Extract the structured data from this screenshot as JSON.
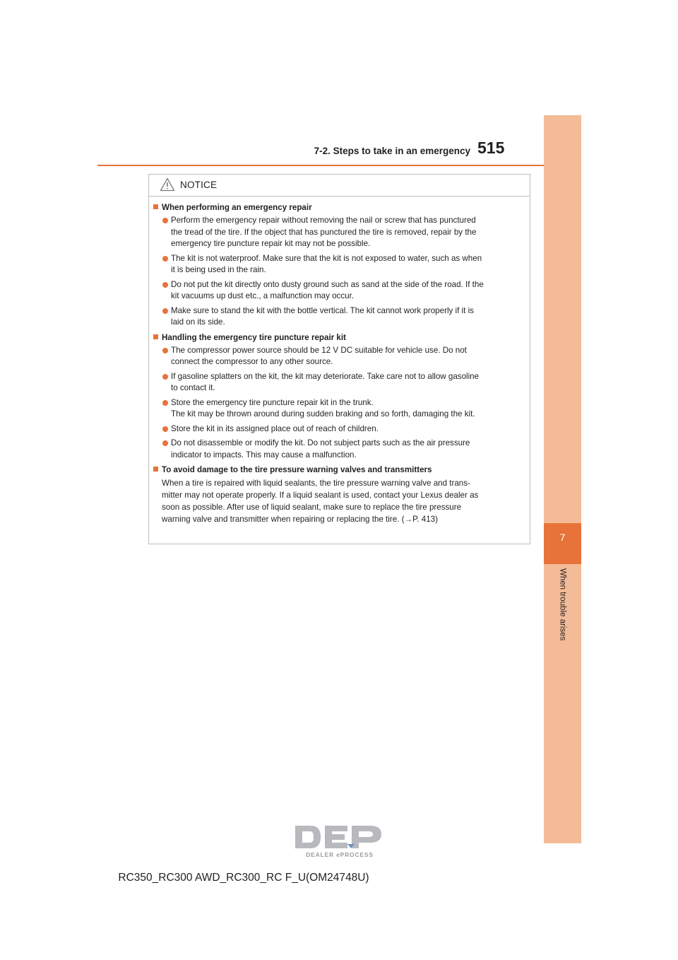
{
  "header": {
    "section_title": "7-2. Steps to take in an emergency",
    "page_number": "515"
  },
  "side_tab": {
    "chapter_number": "7",
    "chapter_label": "When trouble arises"
  },
  "notice": {
    "title": "NOTICE",
    "sections": [
      {
        "heading": "When performing an emergency repair",
        "bullets": [
          [
            "Perform the emergency repair without removing the nail or screw that has punctured",
            "the tread of the tire. If the object that has punctured the tire is removed, repair by the",
            "emergency tire puncture repair kit may not be possible."
          ],
          [
            "The kit is not waterproof. Make sure that the kit is not exposed to water, such as when",
            "it is being used in the rain."
          ],
          [
            "Do not put the kit directly onto dusty ground such as sand at the side of the road. If the",
            "kit vacuums up dust etc., a malfunction may occur."
          ],
          [
            "Make sure to stand the kit with the bottle vertical. The kit cannot work properly if it is",
            "laid on its side."
          ]
        ]
      },
      {
        "heading": "Handling the emergency tire puncture repair kit",
        "bullets": [
          [
            "The compressor power source should be 12 V DC suitable for vehicle use. Do not",
            "connect the compressor to any other source."
          ],
          [
            "If gasoline splatters on the kit, the kit may deteriorate. Take care not to allow gasoline",
            "to contact it."
          ],
          [
            "Store the emergency tire puncture repair kit in the trunk.",
            "The kit may be thrown around during sudden braking and so forth, damaging the kit."
          ],
          [
            "Store the kit in its assigned place out of reach of children."
          ],
          [
            "Do not disassemble or modify the kit. Do not subject parts such as the air pressure",
            "indicator to impacts. This may cause a malfunction."
          ]
        ]
      },
      {
        "heading": "To avoid damage to the tire pressure warning valves and transmitters",
        "paragraph": [
          "When a tire is repaired with liquid sealants, the tire pressure warning valve and trans-",
          "mitter may not operate properly. If a liquid sealant is used, contact your Lexus dealer as",
          "soon as possible. After use of liquid sealant, make sure to replace the tire pressure",
          "warning valve and transmitter when repairing or replacing the tire. (→P. 413)"
        ]
      }
    ]
  },
  "logo": {
    "text": "DEALER ePROCESS"
  },
  "footer": {
    "model_code": "RC350_RC300 AWD_RC300_RC F_U(OM24748U)"
  },
  "colors": {
    "accent": "#e8733a",
    "tab_light": "#f4bb99",
    "border": "#bdbdbd",
    "text": "#231f20"
  }
}
